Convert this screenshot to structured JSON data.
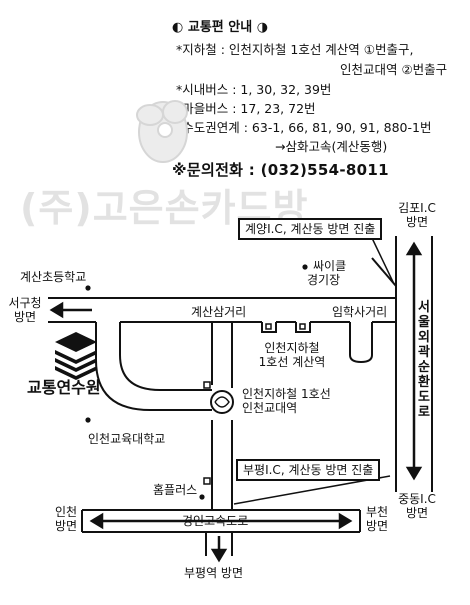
{
  "header": {
    "title": "교통편 안내",
    "subway_line1": "*지하철 : 인천지하철 1호선 계산역 ①번출구,",
    "subway_line2": "인천교대역 ②번출구",
    "city_bus": "*시내버스 : 1, 30, 32, 39번",
    "village_bus": "*마을버스 : 17, 23, 72번",
    "metro_bus_line1": "*수도권연계 : 63-1, 66, 81, 90, 91, 880-1번",
    "metro_bus_line2": "→삼화고속(계산동행)",
    "phone": "※문의전화 : (032)554-8011"
  },
  "watermark": "(주)고은손카드방",
  "callouts": {
    "gyeyang_ic": "계양I.C, 계산동 방면 진출",
    "bupyeong_ic": "부평I.C, 계산동 방면 진출"
  },
  "labels": {
    "gimpo_ic": [
      "김포I.C",
      "방면"
    ],
    "seogu_office": [
      "서구청",
      "방면"
    ],
    "gyesan_elementary": "계산초등학교",
    "ssaikeul": [
      "싸이클",
      "경기장"
    ],
    "gyesan_samgeori": "계산삼거리",
    "imhak_sageori": "임학사거리",
    "gyesan_station": [
      "인천지하철",
      "1호선 계산역"
    ],
    "venue": "교통연수원",
    "incheon_edu_station": [
      "인천지하철 1호선",
      "인천교대역"
    ],
    "incheon_edu_univ": "인천교육대학교",
    "homeplus": "홈플러스",
    "jungdong_ic": [
      "중동I.C",
      "방면"
    ],
    "incheon_dir": [
      "인천",
      "방면"
    ],
    "bucheon_dir": [
      "부천",
      "방면"
    ],
    "gyeongin_expressway": "경인고속도로",
    "bupyeong_station_dir": "부평역 방면",
    "outer_ring_road": [
      "서",
      "울",
      "외",
      "곽",
      "순",
      "환",
      "도",
      "로"
    ]
  }
}
